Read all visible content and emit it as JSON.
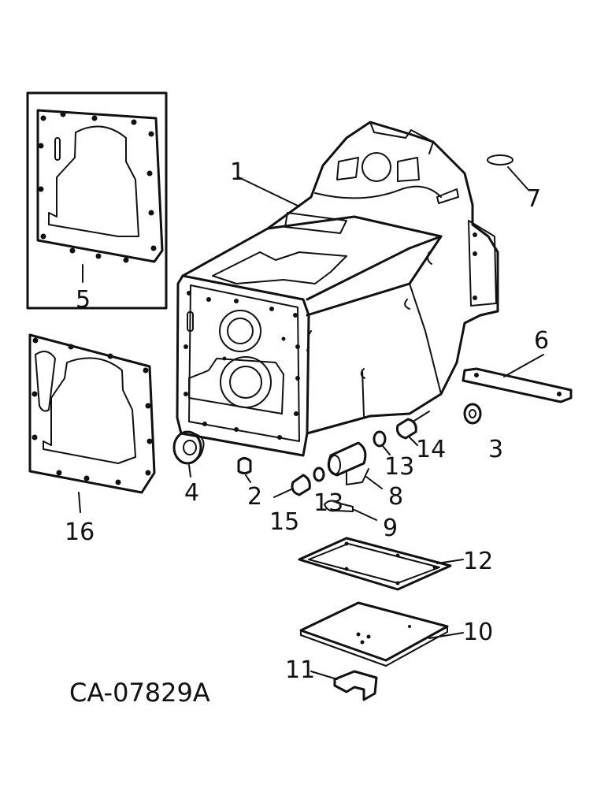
{
  "diagram_code": "CA-07829A",
  "callouts": [
    {
      "id": "1",
      "label": "1"
    },
    {
      "id": "2",
      "label": "2"
    },
    {
      "id": "3",
      "label": "3"
    },
    {
      "id": "4",
      "label": "4"
    },
    {
      "id": "5",
      "label": "5"
    },
    {
      "id": "6",
      "label": "6"
    },
    {
      "id": "7",
      "label": "7"
    },
    {
      "id": "8",
      "label": "8"
    },
    {
      "id": "9",
      "label": "9"
    },
    {
      "id": "10",
      "label": "10"
    },
    {
      "id": "11",
      "label": "11"
    },
    {
      "id": "12",
      "label": "12"
    },
    {
      "id": "13a",
      "label": "13"
    },
    {
      "id": "13b",
      "label": "13"
    },
    {
      "id": "14",
      "label": "14"
    },
    {
      "id": "15",
      "label": "15"
    },
    {
      "id": "16",
      "label": "16"
    }
  ]
}
